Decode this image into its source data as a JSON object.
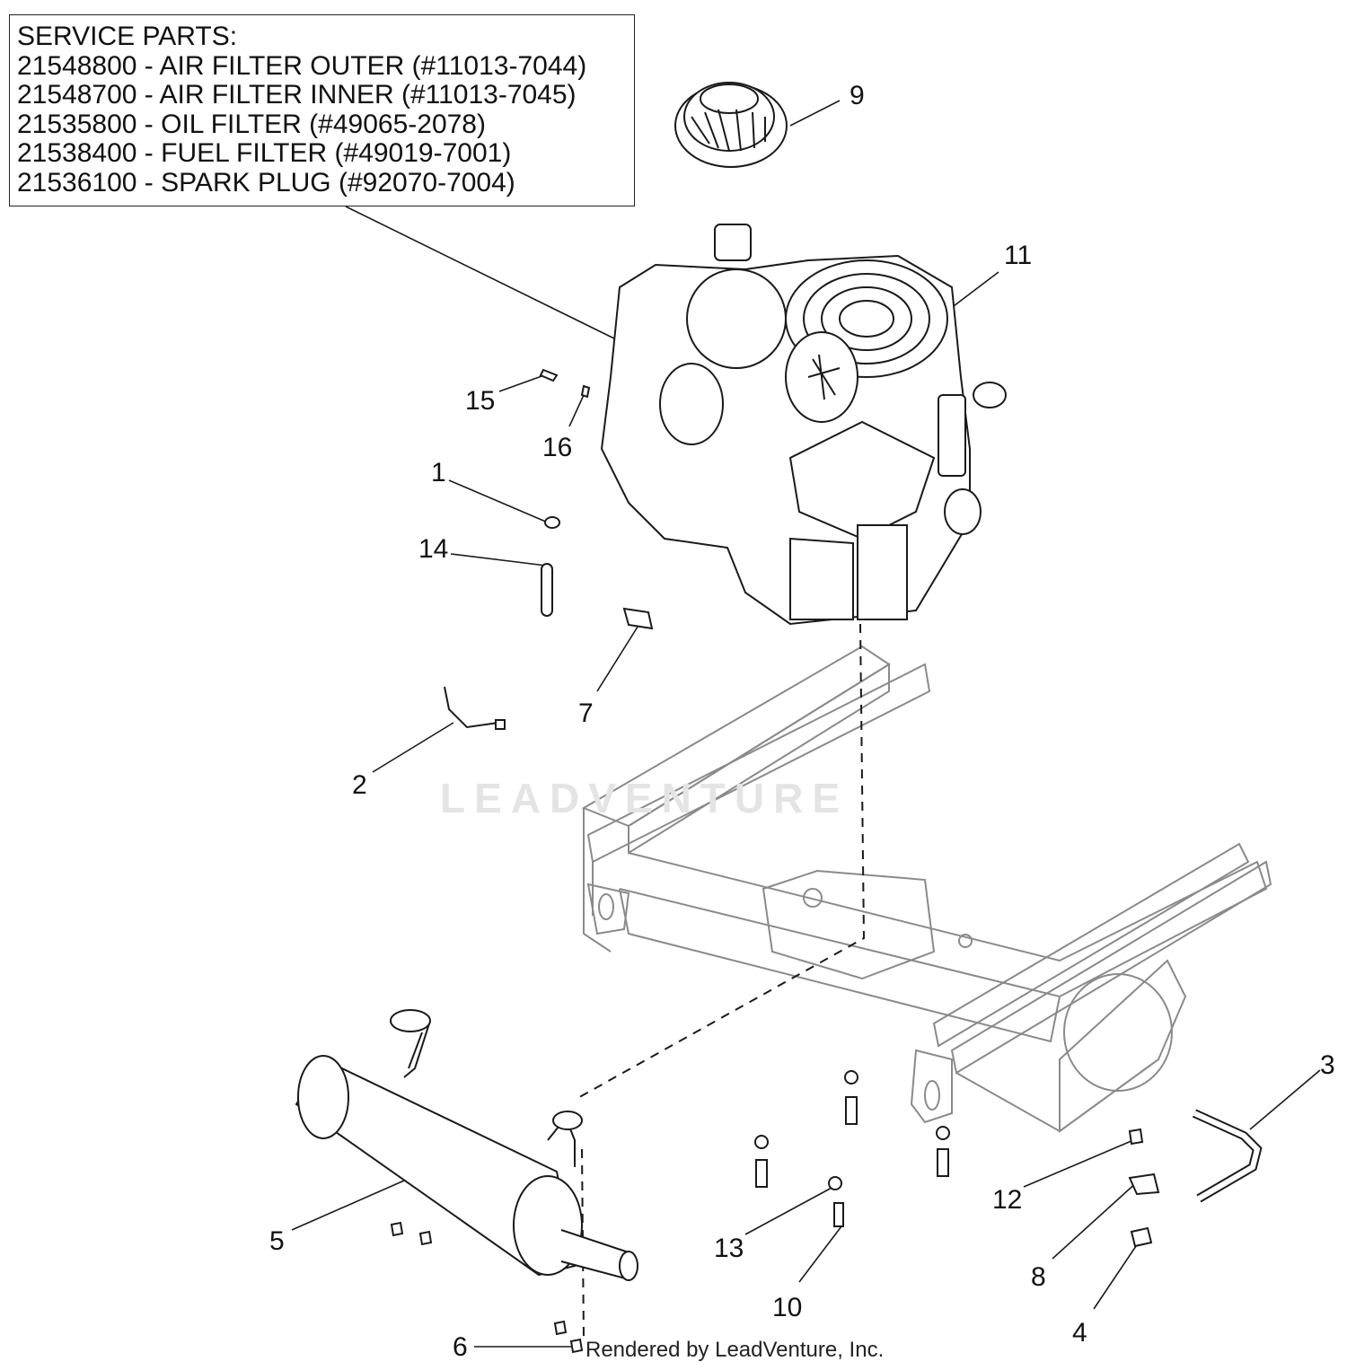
{
  "service_parts": {
    "heading": "SERVICE PARTS:",
    "lines": [
      "21548800 - AIR FILTER OUTER (#11013-7044)",
      "21548700 - AIR FILTER INNER (#11013-7045)",
      "21535800 - OIL FILTER (#49065-2078)",
      "21538400 - FUEL FILTER (#49019-7001)",
      "21536100 - SPARK PLUG (#92070-7004)"
    ]
  },
  "callouts": {
    "c1": "1",
    "c2": "2",
    "c3": "3",
    "c4": "4",
    "c5": "5",
    "c6": "6",
    "c7": "7",
    "c8": "8",
    "c9": "9",
    "c10": "10",
    "c11": "11",
    "c12": "12",
    "c13": "13",
    "c14": "14",
    "c15": "15",
    "c16": "16"
  },
  "watermark": "LEADVENTURE",
  "credit": "Rendered by LeadVenture, Inc.",
  "colors": {
    "line": "#1a1a1a",
    "frame": "#8a8a8a",
    "watermark": "#e4e4e4"
  }
}
